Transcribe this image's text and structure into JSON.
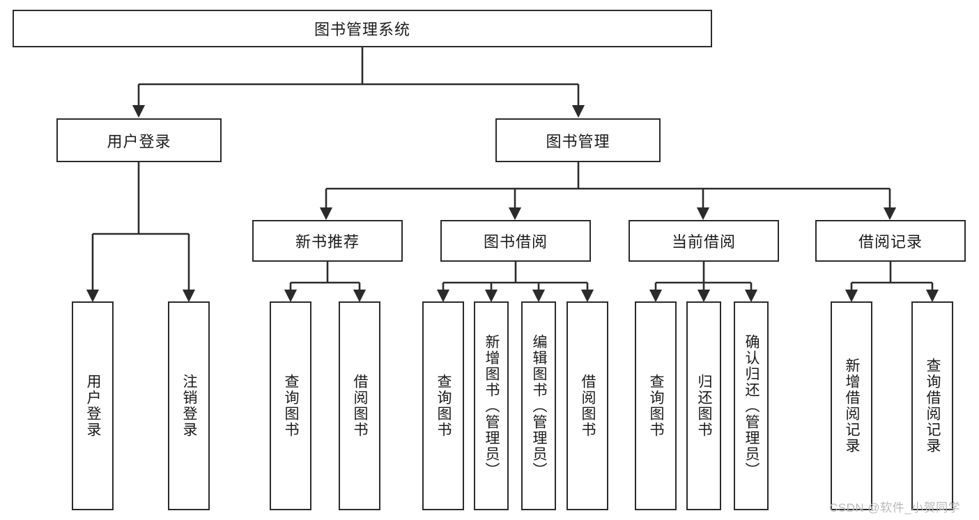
{
  "diagram": {
    "type": "tree-hierarchy-diagram",
    "title": "图书管理系统",
    "theme": {
      "background": "#ffffff",
      "box_border": "#2b2b2b",
      "text": "#1a1a1a",
      "connector": "#2b2b2b",
      "watermark": "#b9b9b9"
    },
    "levels": {
      "root": {
        "label": "图书管理系统"
      },
      "level1": [
        {
          "label": "用户登录"
        },
        {
          "label": "图书管理"
        }
      ],
      "level2": [
        {
          "label": "新书推荐"
        },
        {
          "label": "图书借阅"
        },
        {
          "label": "当前借阅"
        },
        {
          "label": "借阅记录"
        }
      ],
      "leaves": {
        "user_login": [
          {
            "label": "用户登录"
          },
          {
            "label": "注销登录"
          }
        ],
        "new_book_recommend": [
          {
            "label": "查询图书"
          },
          {
            "label": "借阅图书"
          }
        ],
        "book_borrow": [
          {
            "label": "查询图书"
          },
          {
            "label": "新增图书（管理员）"
          },
          {
            "label": "编辑图书（管理员）"
          },
          {
            "label": "借阅图书"
          }
        ],
        "current_borrow": [
          {
            "label": "查询图书"
          },
          {
            "label": "归还图书"
          },
          {
            "label": "确认归还（管理员）"
          }
        ],
        "borrow_record": [
          {
            "label": "新增借阅记录"
          },
          {
            "label": "查询借阅记录"
          }
        ]
      }
    },
    "watermark": "CSDN @软件_小贺同学"
  }
}
